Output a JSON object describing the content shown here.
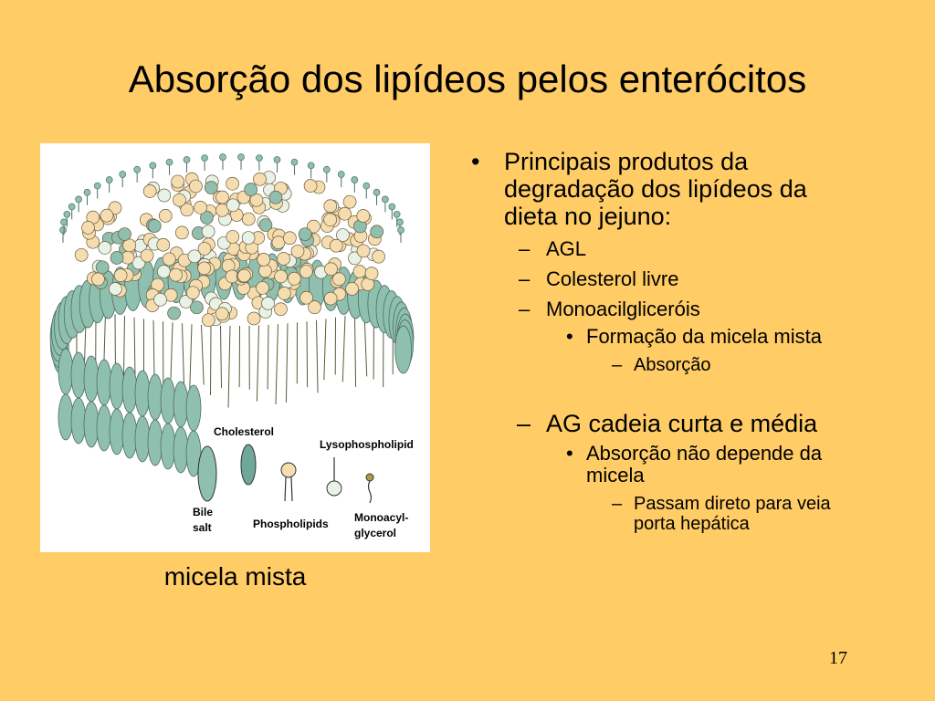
{
  "slide": {
    "title": "Absorção dos lipídeos pelos enterócitos",
    "caption": "micela mista",
    "slide_number": "17"
  },
  "figure": {
    "labels": {
      "cholesterol": "Cholesterol",
      "lysophospholipid": "Lysophospholipid",
      "bile_1": "Bile",
      "bile_2": "salt",
      "phospholipids": "Phospholipids",
      "monoacyl_1": "Monoacyl-",
      "monoacyl_2": "glycerol"
    },
    "colors": {
      "bile_salt": "#8FBFAF",
      "phospholipid_head": "#F5DDB0",
      "cholesterol_head": "#E8F2E6",
      "monoacylglycerol_head": "#B29A4A"
    }
  },
  "content": {
    "bullet_mark": "•",
    "dash_mark": "–",
    "main_bullet": "Principais produtos da degradação dos lipídeos da dieta no jejuno:",
    "sub_items": [
      "AGL",
      "Colesterol livre",
      "Monoacilgliceróis"
    ],
    "micela_item": "Formação da micela mista",
    "absorcao_item": "Absorção",
    "ag_item": "AG cadeia curta e média",
    "ag_sub": "Absorção não depende da micela",
    "ag_subsub": "Passam direto para veia porta hepática"
  }
}
